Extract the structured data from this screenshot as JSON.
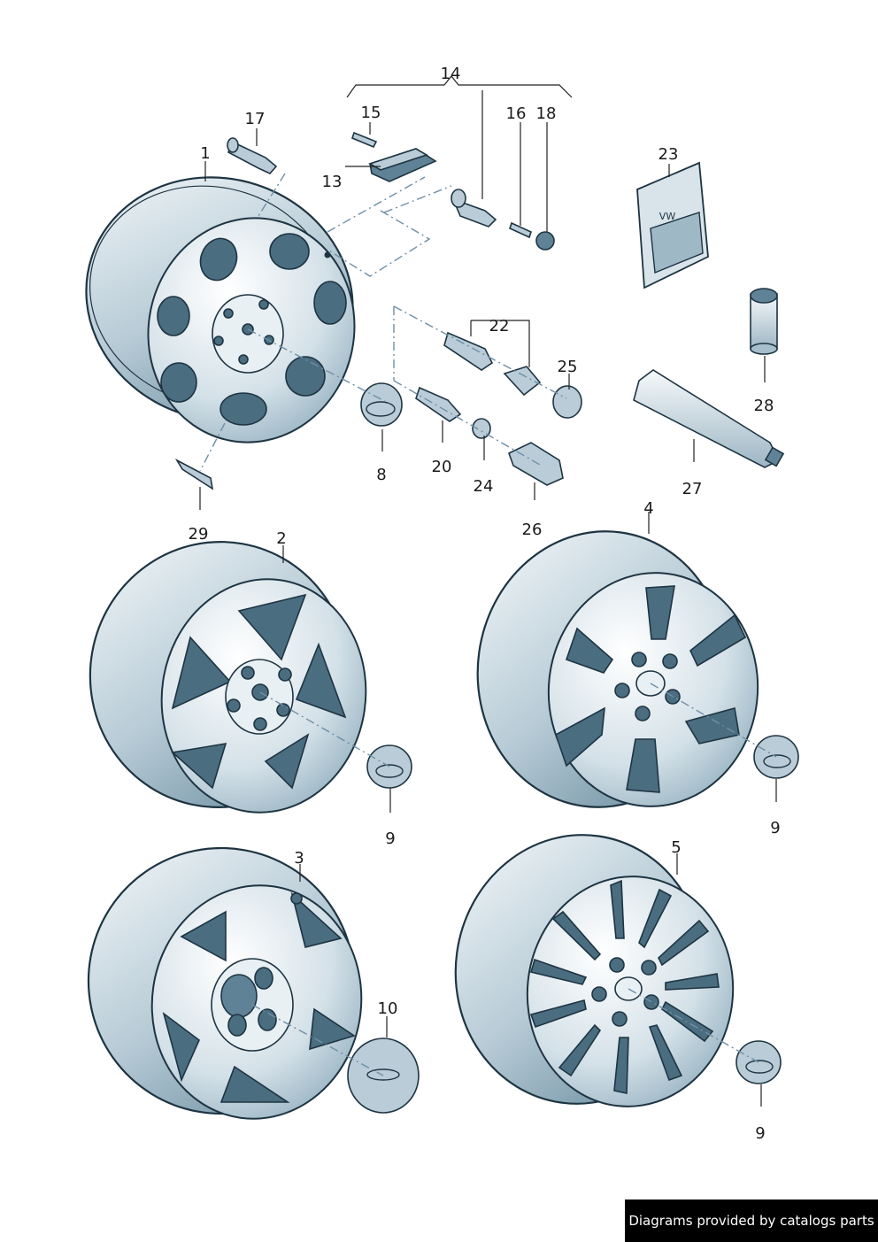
{
  "labels": {
    "p1": "1",
    "p2": "2",
    "p3": "3",
    "p4": "4",
    "p5": "5",
    "p8": "8",
    "p9a": "9",
    "p9b": "9",
    "p9c": "9",
    "p10": "10",
    "p13": "13",
    "p14": "14",
    "p15": "15",
    "p16": "16",
    "p17": "17",
    "p18": "18",
    "p20": "20",
    "p22": "22",
    "p23": "23",
    "p24": "24",
    "p25": "25",
    "p26": "26",
    "p27": "27",
    "p28": "28",
    "p29": "29"
  },
  "logo_text": "VW",
  "footer": {
    "text": "Diagrams provided by catalogs parts"
  },
  "colors": {
    "outline": "#1e3442",
    "rim_light": "#eef4f7",
    "rim_dark": "#6f93a8",
    "shadow": "#4a6d80",
    "footer_bg": "#000000"
  }
}
